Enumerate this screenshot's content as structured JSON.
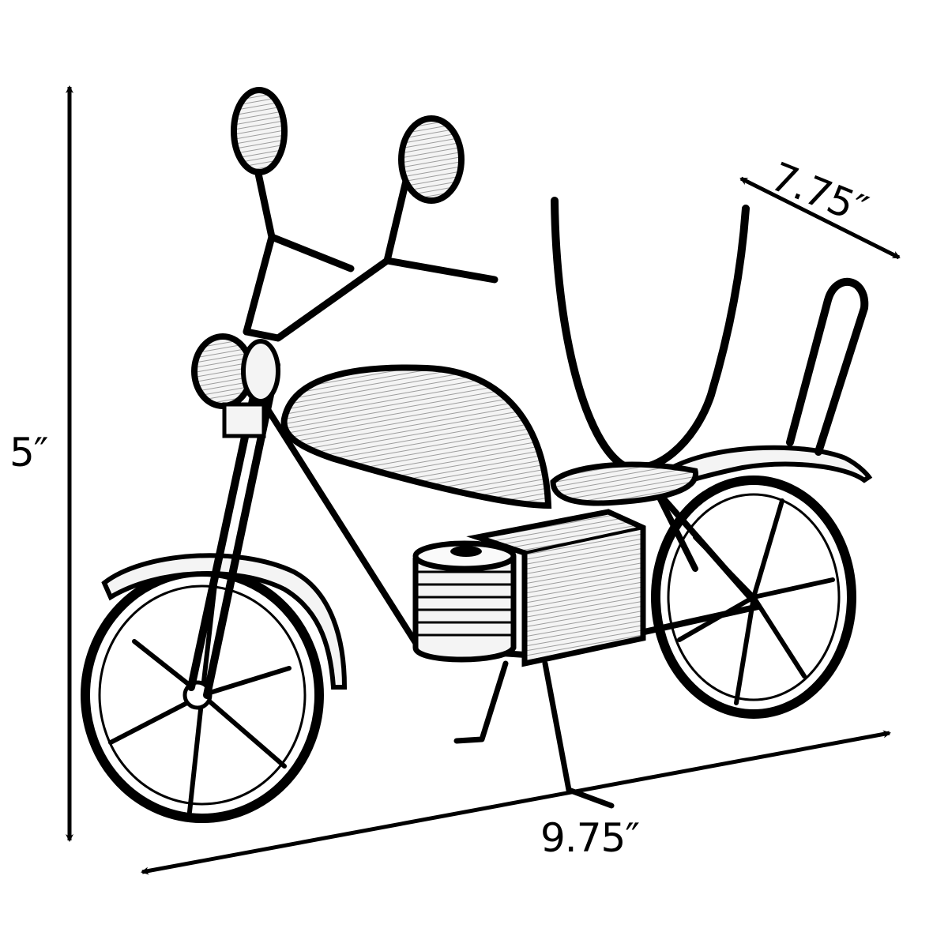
{
  "diagram": {
    "subject": "Metal motorcycle figurine (sketch style)",
    "dimensions": {
      "height": {
        "label": "5″",
        "orientation": "vertical"
      },
      "length": {
        "label": "9.75″",
        "orientation": "diagonal-bottom"
      },
      "width": {
        "label": "7.75″",
        "orientation": "diagonal-top-right"
      }
    },
    "colors": {
      "ink": "#000000",
      "background": "#ffffff",
      "fill": "#f2f2f2"
    },
    "parts": [
      "mirror-left",
      "mirror-right",
      "handlebars",
      "headlight",
      "fuel-tank",
      "seat",
      "engine-block",
      "exhaust-cylinder",
      "front-wheel",
      "rear-wheel",
      "front-fender",
      "rear-fender",
      "sissy-bar",
      "u-shaped-holder",
      "kickstand"
    ]
  }
}
